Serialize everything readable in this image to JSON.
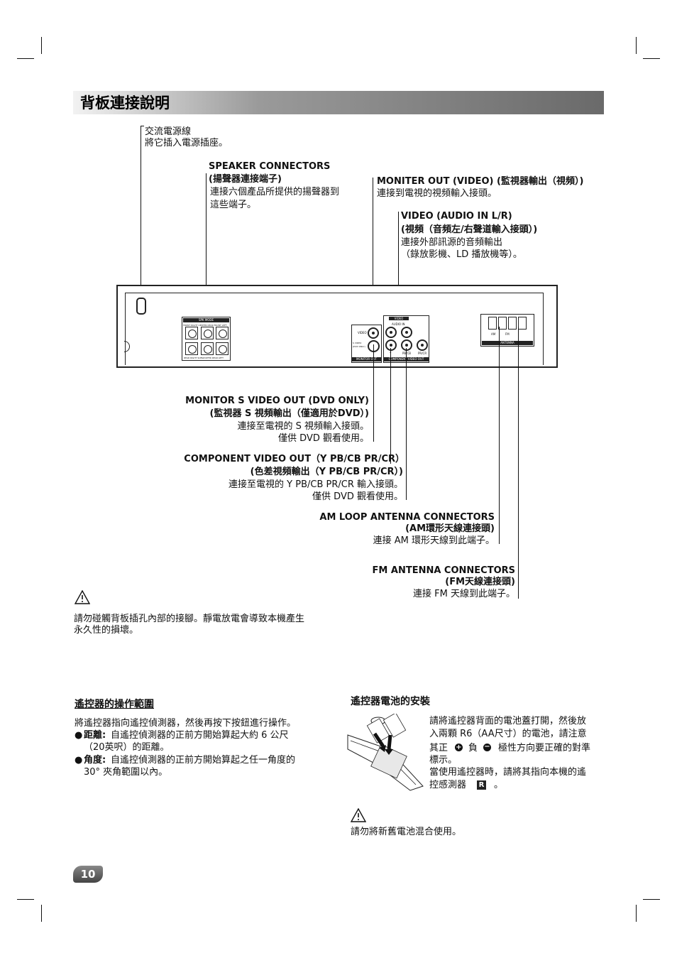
{
  "header": {
    "title": "背板連接說明"
  },
  "ac_power": {
    "title": "交流電源線",
    "desc": "將它插入電源插座。"
  },
  "speaker": {
    "title_en": "SPEAKER CONNECTORS",
    "title_zh": "(揚聲器連接端子)",
    "desc_1": "連接六個產品所提供的揚聲器到",
    "desc_2": "這些端子。"
  },
  "monitor_video": {
    "title": "MONITER OUT (VIDEO) (監視器輸出（視頻）)",
    "desc": "連接到電視的視頻輸入接頭。"
  },
  "audio_in": {
    "title_en": "VIDEO (AUDIO IN L/R)",
    "title_zh": "(視頻（音頻左/右聲道輸入接頭）)",
    "desc_1": "連接外部訊源的音頻輸出",
    "desc_2": "（錄放影機、LD 播放機等）。"
  },
  "panel": {
    "spk_header": "SPK MODE",
    "spk_top_labels": "FRONT RIGHT  CENTER  REAR  FRONT LEFT",
    "spk_bottom_labels": "REAR RIGHT  SUBWOOFER  REAR LEFT",
    "video_label": "VIDEO",
    "svideo_label": "S VIDEO (DVD ONLY)",
    "monitor_out_label": "MONITOR OUT",
    "audio_in_label": "AUDIO IN",
    "video_top_label": "VIDEO",
    "y_label": "Y",
    "pb_label": "PB/CB",
    "pr_label": "PR/CR",
    "component_label": "COMPONENT VIDEO OUT",
    "antenna_label": "ANTENNA",
    "am_label": "AM",
    "fm_label": "FM"
  },
  "svideo": {
    "title_en": "MONITOR S VIDEO OUT (DVD ONLY)",
    "title_zh": "(監視器 S 視頻輸出（僅適用於DVD）)",
    "desc_1": "連接至電視的 S 視頻輸入接頭。",
    "desc_2": "僅供 DVD 觀看使用。"
  },
  "component": {
    "title_en": "COMPONENT VIDEO OUT（Y PB/CB PR/CR）",
    "title_zh": "(色差視頻輸出（Y PB/CB PR/CR）)",
    "desc_1": "連接至電視的 Y PB/CB PR/CR 輸入接頭。",
    "desc_2": "僅供 DVD 觀看使用。"
  },
  "am_antenna": {
    "title_en": "AM LOOP ANTENNA CONNECTORS",
    "title_zh": "(AM環形天線連接頭)",
    "desc": "連接 AM 環形天線到此端子。"
  },
  "fm_antenna": {
    "title_en": "FM ANTENNA CONNECTORS",
    "title_zh": "(FM天線連接頭)",
    "desc": "連接 FM 天線到此端子。"
  },
  "warning_1": {
    "line_1": "請勿碰觸背板插孔內部的接腳。靜電放電會導致本機產生",
    "line_2": "永久性的損壞。"
  },
  "remote_range": {
    "title": "遙控器的操作範圍",
    "intro": "將遙控器指向遙控偵測器，然後再按下按鈕進行操作。",
    "distance_label": "距離:",
    "distance_text_1": "自遙控偵測器的正前方開始算起大約 6 公尺",
    "distance_text_2": "（20英呎）的距離。",
    "angle_label": "角度:",
    "angle_text_1": "自遙控偵測器的正前方開始算起之任一角度的",
    "angle_text_2": "30° 夾角範圍以內。"
  },
  "battery": {
    "title": "遙控器電池的安裝",
    "line_1": "請將遙控器背面的電池蓋打開，然後放",
    "line_2": "入兩顆 R6（AA尺寸）的電池，請注意",
    "line_3a": "其正",
    "line_3b": "負",
    "line_3c": "極性方向要正確的對準",
    "line_4": "標示。",
    "line_5": "當使用遙控器時，請將其指向本機的遙",
    "line_6a": "控感測器",
    "line_6b": "。",
    "sensor_letter": "R"
  },
  "warning_2": {
    "text": "請勿將新舊電池混合使用。"
  },
  "page_number": "10"
}
